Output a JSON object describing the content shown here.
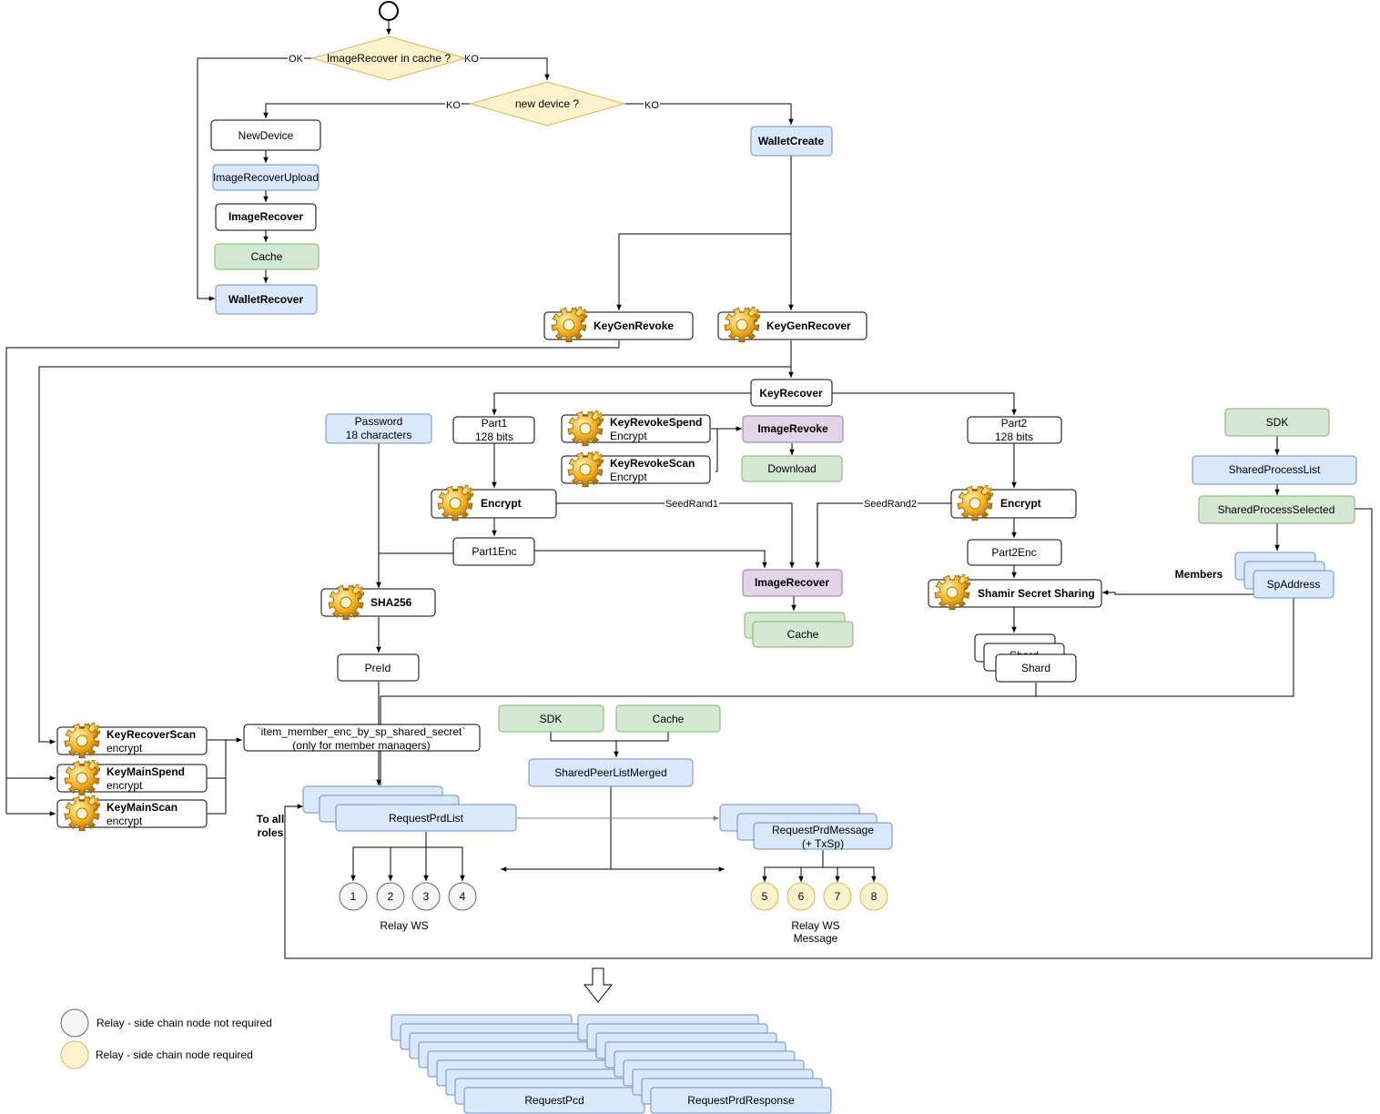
{
  "colors": {
    "white_fill": "#ffffff",
    "white_stroke": "#000000",
    "blue_fill": "#dae8fc",
    "blue_stroke": "#6c8ebf",
    "green_fill": "#d5e8d4",
    "green_stroke": "#82b366",
    "purple_fill": "#e1d5e7",
    "purple_stroke": "#9673a6",
    "yellow_fill": "#fff2cc",
    "yellow_stroke": "#d6b656",
    "grey_fill": "#f5f5f5",
    "grey_stroke": "#666666"
  },
  "decisions": {
    "image_recover_in_cache": "ImageRecover in cache ?",
    "new_device": "new device ?"
  },
  "edge_labels": {
    "ok": "OK",
    "ko1": "KO",
    "ko2": "KO",
    "ko3": "KO",
    "seed_rand1": "SeedRand1",
    "seed_rand2": "SeedRand2"
  },
  "nodes": {
    "new_device": "NewDevice",
    "image_recover_upload": "ImageRecoverUpload",
    "image_recover_left": "ImageRecover",
    "cache_left": "Cache",
    "wallet_recover": "WalletRecover",
    "wallet_create": "WalletCreate",
    "key_gen_revoke": "KeyGenRevoke",
    "key_gen_recover": "KeyGenRecover",
    "key_recover": "KeyRecover",
    "password": "Password",
    "password_sub": "18 characters",
    "part1": "Part1",
    "part1_sub": "128 bits",
    "key_revoke_spend": "KeyRevokeSpend",
    "key_revoke_spend_sub": "Encrypt",
    "key_revoke_scan": "KeyRevokeScan",
    "key_revoke_scan_sub": "Encrypt",
    "image_revoke": "ImageRevoke",
    "download": "Download",
    "part2": "Part2",
    "part2_sub": "128 bits",
    "sdk_right": "SDK",
    "shared_process_list": "SharedProcessList",
    "shared_process_selected": "SharedProcessSelected",
    "encrypt1": "Encrypt",
    "encrypt2": "Encrypt",
    "part1enc": "Part1Enc",
    "part2enc": "Part2Enc",
    "image_recover_mid": "ImageRecover",
    "cache_mid": "Cache",
    "sha256": "SHA256",
    "members": "Members",
    "sp_address": "SpAddress",
    "shamir": "Shamir Secret Sharing",
    "shard_back": "Shard",
    "shard": "Shard",
    "preid": "PreId",
    "key_recover_scan": "KeyRecoverScan",
    "key_recover_scan_sub": "encrypt",
    "key_main_spend": "KeyMainSpend",
    "key_main_spend_sub": "encrypt",
    "key_main_scan": "KeyMainScan",
    "key_main_scan_sub": "encrypt",
    "item_member_enc": "`item_member_enc_by_sp_shared_secret`",
    "item_member_enc_sub": "(only for member managers)",
    "sdk_mid": "SDK",
    "cache_bottom": "Cache",
    "shared_peer_list_merged": "SharedPeerListMerged",
    "request_prd_list": "RequestPrdList",
    "request_prd_message": "RequestPrdMessage",
    "request_prd_message_sub": "(+ TxSp)",
    "to_all_roles_1": "To all",
    "to_all_roles_2": "roles",
    "request_pcd": "RequestPcd",
    "request_prd_response": "RequestPrdResponse"
  },
  "relays": {
    "not_required": [
      "1",
      "2",
      "3",
      "4"
    ],
    "required": [
      "5",
      "6",
      "7",
      "8"
    ],
    "ws_label": "Relay WS",
    "ws_message_label_1": "Relay WS",
    "ws_message_label_2": "Message"
  },
  "legend": {
    "not_required": "Relay - side chain node not required",
    "required": "Relay - side chain node required"
  }
}
